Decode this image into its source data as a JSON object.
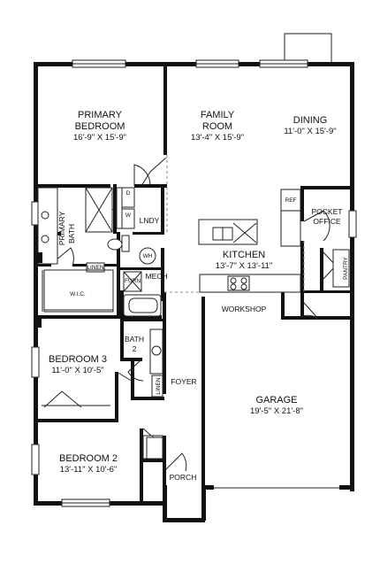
{
  "rooms": {
    "primary_bedroom": {
      "name_line1": "PRIMARY",
      "name_line2": "BEDROOM",
      "dims": "16'-9\" X 15'-9\""
    },
    "family_room": {
      "name_line1": "FAMILY",
      "name_line2": "ROOM",
      "dims": "13'-4\" X 15'-9\""
    },
    "dining": {
      "name": "DINING",
      "dims": "11'-0\" X 15'-9\""
    },
    "kitchen": {
      "name": "KITCHEN",
      "dims": "13'-7\" X 13'-11\""
    },
    "pocket_office": {
      "name_line1": "POCKET",
      "name_line2": "OFFICE"
    },
    "pantry": {
      "name": "PANTRY"
    },
    "laundry": {
      "name": "LNDY"
    },
    "primary_bath": {
      "name_line1": "PRIMARY",
      "name_line2": "BATH"
    },
    "wic": {
      "name": "W.I.C."
    },
    "linen_primary": {
      "name": "LINEN"
    },
    "mech": {
      "name": "MECH"
    },
    "workshop": {
      "name": "WORKSHOP"
    },
    "bedroom3": {
      "name": "BEDROOM 3",
      "dims": "11'-0\" X 10'-5\""
    },
    "bath2": {
      "name_line1": "BATH",
      "name_line2": "2"
    },
    "linen_hall": {
      "name": "LINEN"
    },
    "foyer": {
      "name": "FOYER"
    },
    "garage": {
      "name": "GARAGE",
      "dims": "19'-5\" X 21'-8\""
    },
    "bedroom2": {
      "name": "BEDROOM 2",
      "dims": "13'-11\" X 10'-6\""
    },
    "porch": {
      "name": "PORCH"
    }
  },
  "fixtures": {
    "refrigerator": "REF",
    "dryer": "D",
    "washer": "W",
    "water_heater": "WH",
    "furnace": "FURN"
  }
}
